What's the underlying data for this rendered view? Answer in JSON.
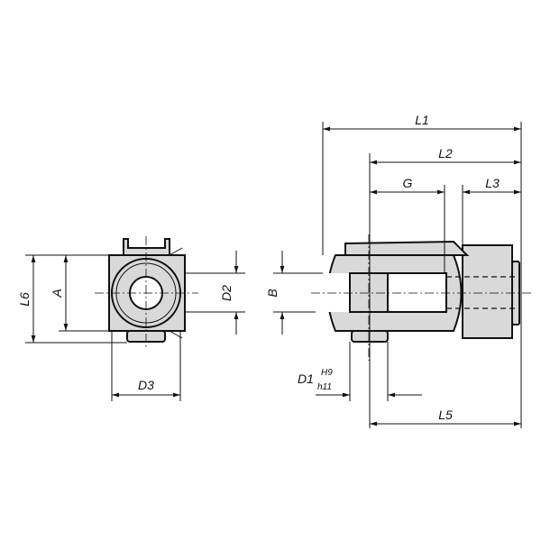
{
  "dimensions": {
    "L1": "L1",
    "L2": "L2",
    "L3": "L3",
    "G": "G",
    "L5": "L5",
    "L6": "L6",
    "A": "A",
    "D2": "D2",
    "B": "B",
    "D3": "D3",
    "D1": "D1",
    "D1_upper_tol": "H9",
    "D1_lower_tol": "h11"
  },
  "colors": {
    "part_fill": "#d9d9d9",
    "line": "#111111"
  }
}
